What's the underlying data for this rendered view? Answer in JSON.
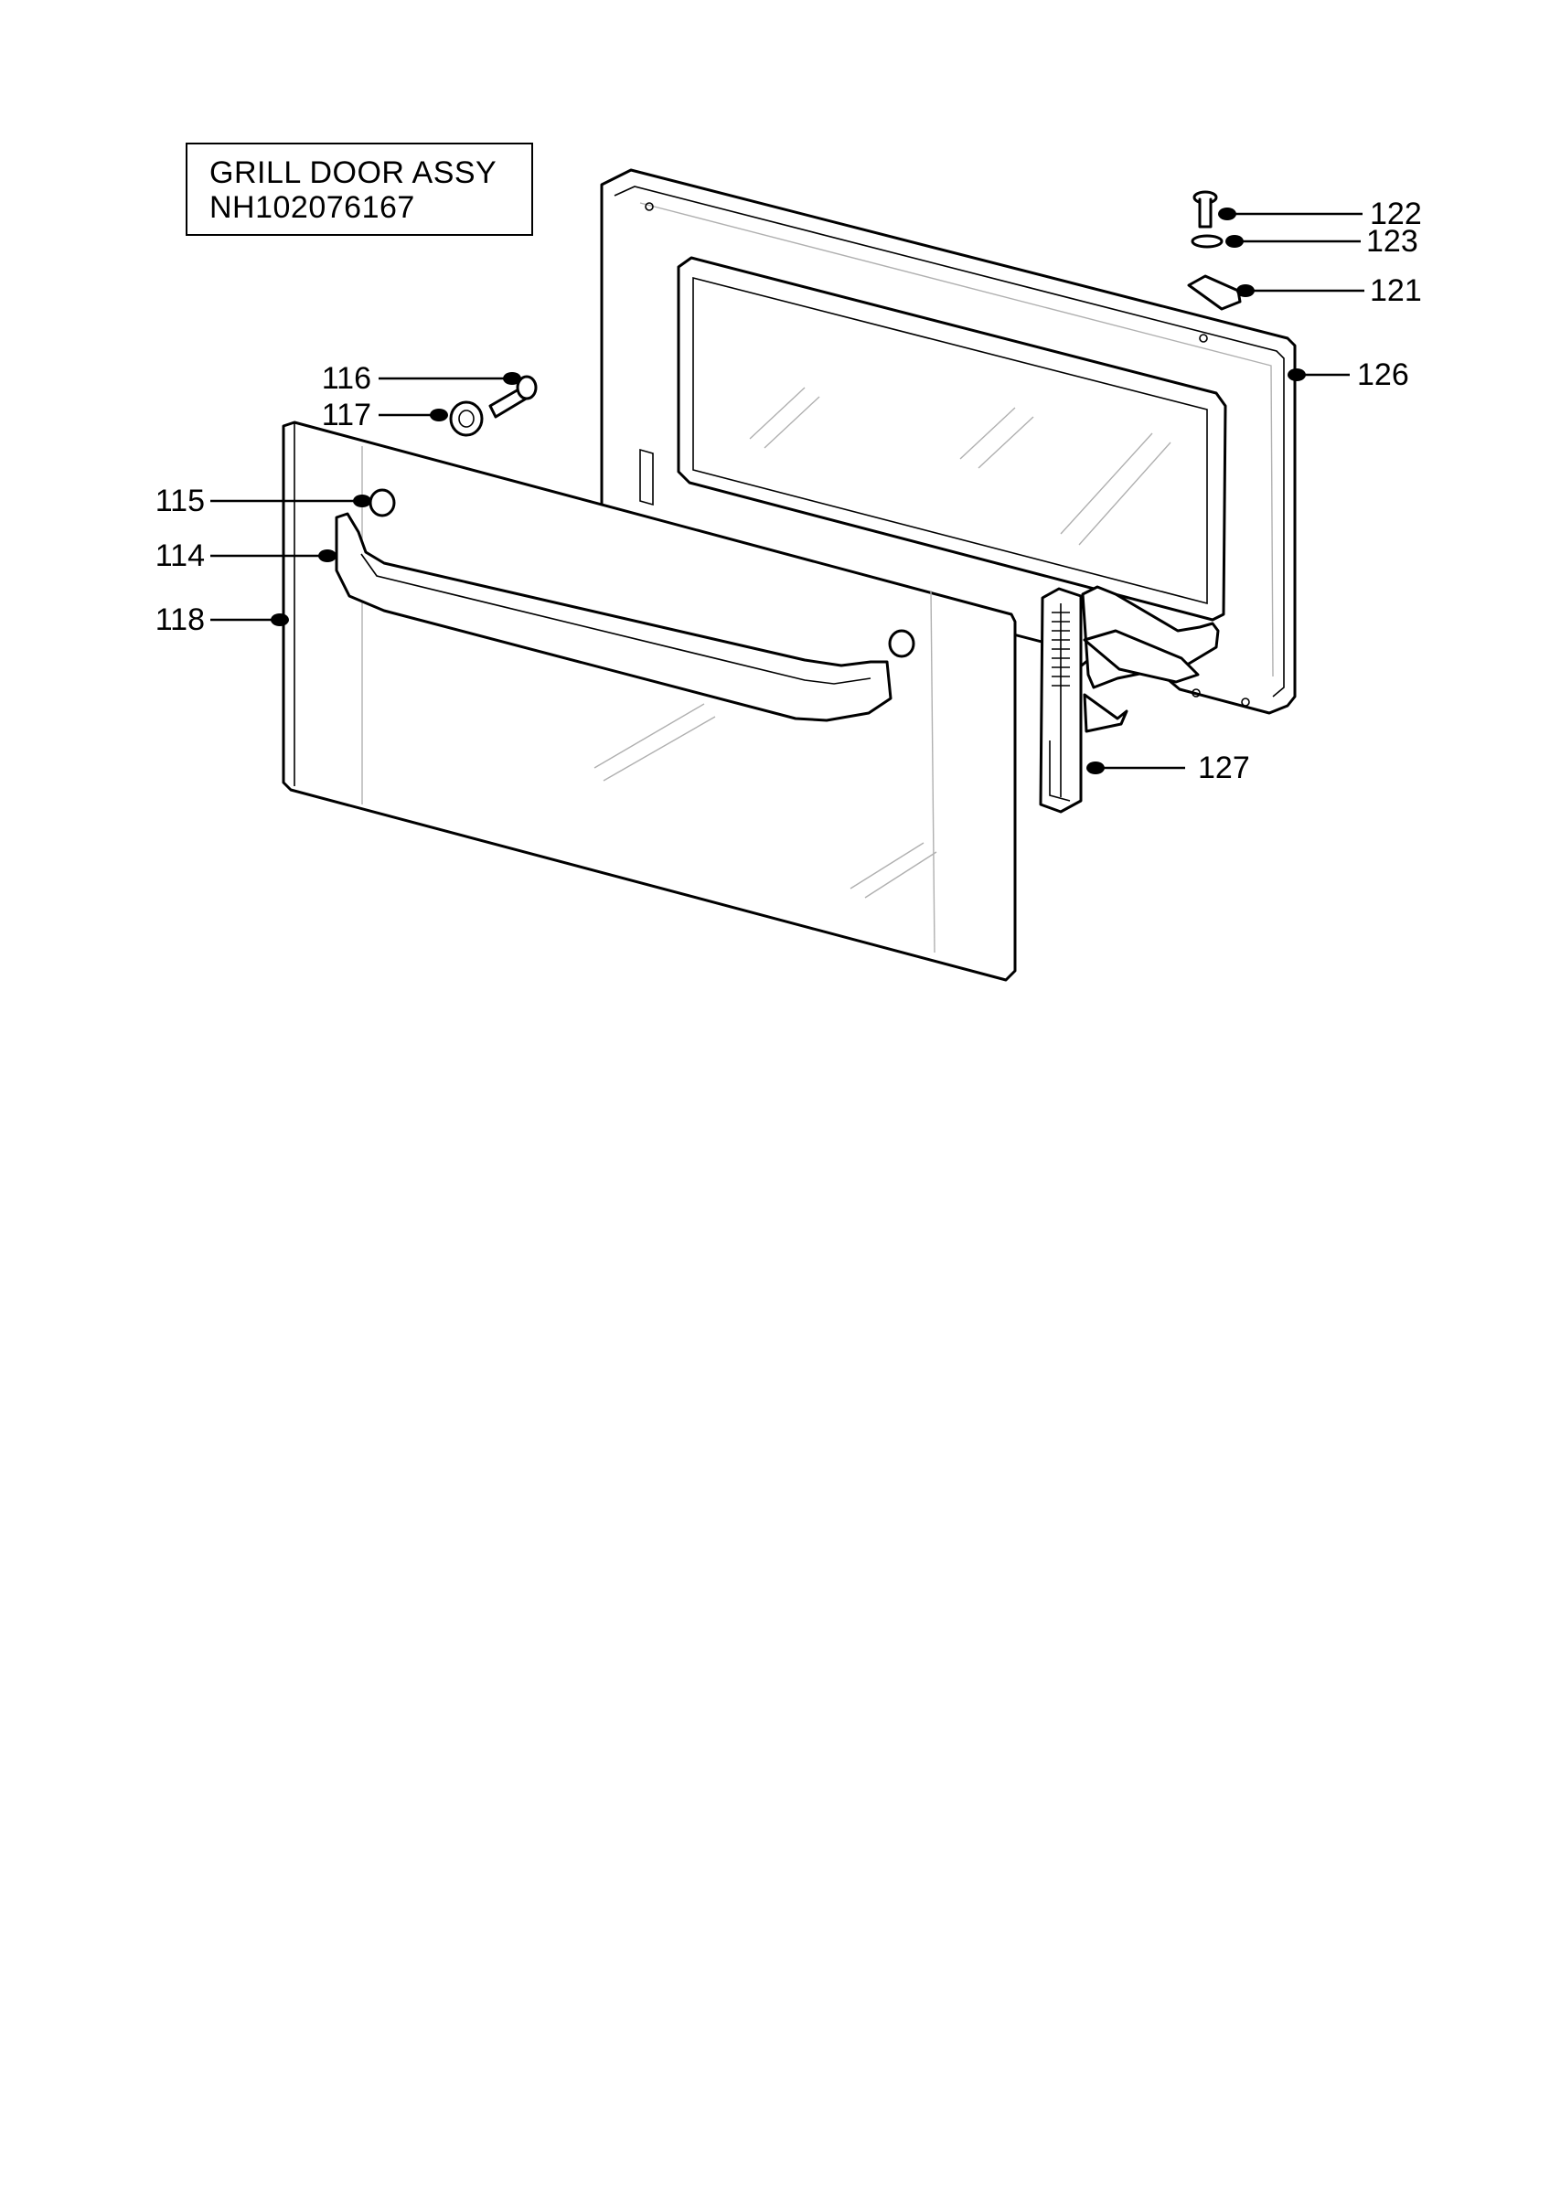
{
  "title": {
    "line1": "GRILL DOOR ASSY",
    "line2": "NH102076167"
  },
  "callouts": [
    {
      "id": "122",
      "label": "122"
    },
    {
      "id": "123",
      "label": "123"
    },
    {
      "id": "121",
      "label": "121"
    },
    {
      "id": "126",
      "label": "126"
    },
    {
      "id": "116",
      "label": "116"
    },
    {
      "id": "117",
      "label": "117"
    },
    {
      "id": "115",
      "label": "115"
    },
    {
      "id": "114",
      "label": "114"
    },
    {
      "id": "118",
      "label": "118"
    },
    {
      "id": "127",
      "label": "127"
    }
  ]
}
